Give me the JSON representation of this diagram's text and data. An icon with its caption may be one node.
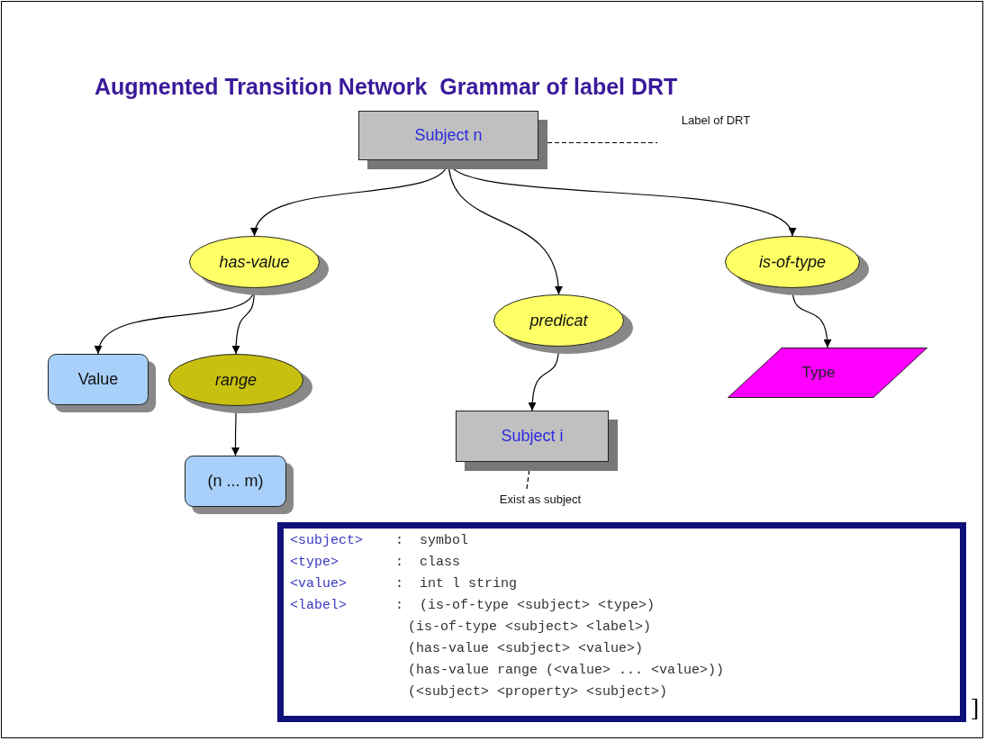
{
  "diagram": {
    "title": "Augmented Transition Network  Grammar of label DRT",
    "nodes": [
      {
        "text": [
          "Subject n"
        ]
      },
      {
        "text": [
          "Label of DRT"
        ]
      },
      {
        "text": [
          "has-value"
        ]
      },
      {
        "text": [
          "predicat"
        ]
      },
      {
        "text": [
          "is-of-type"
        ]
      },
      {
        "text": [
          "Value"
        ]
      },
      {
        "text": [
          "range"
        ]
      },
      {
        "text": [
          "(n ... m)"
        ]
      },
      {
        "text": [
          "Subject i"
        ]
      },
      {
        "text": [
          "Exist as subject"
        ]
      },
      {
        "text": [
          "Type"
        ]
      },
      {
        "text": [
          "<subject> : symbol",
          "<type> : class",
          "<value> : int l string",
          "<label> : (is-of-type <subject> <type>)",
          "(is-of-type <subject> <label>)",
          "(has-value <subject> <value>)",
          "(has-value range (<value> ... <value>))",
          "(<subject> <property> <subject>)"
        ]
      }
    ],
    "edges": [
      {
        "from": 0,
        "to": 1,
        "arrow": "none",
        "style": "dashed"
      },
      {
        "from": 0,
        "to": 2,
        "arrow": "to"
      },
      {
        "from": 0,
        "to": 3,
        "arrow": "to"
      },
      {
        "from": 0,
        "to": 4,
        "arrow": "to"
      },
      {
        "from": 2,
        "to": 5,
        "arrow": "to"
      },
      {
        "from": 2,
        "to": 6,
        "arrow": "to"
      },
      {
        "from": 6,
        "to": 7,
        "arrow": "to"
      },
      {
        "from": 3,
        "to": 8,
        "arrow": "to"
      },
      {
        "from": 4,
        "to": 10,
        "arrow": "to"
      },
      {
        "from": 9,
        "to": 8,
        "arrow": "none",
        "style": "dashed"
      }
    ],
    "labels": [
      "]"
    ]
  }
}
